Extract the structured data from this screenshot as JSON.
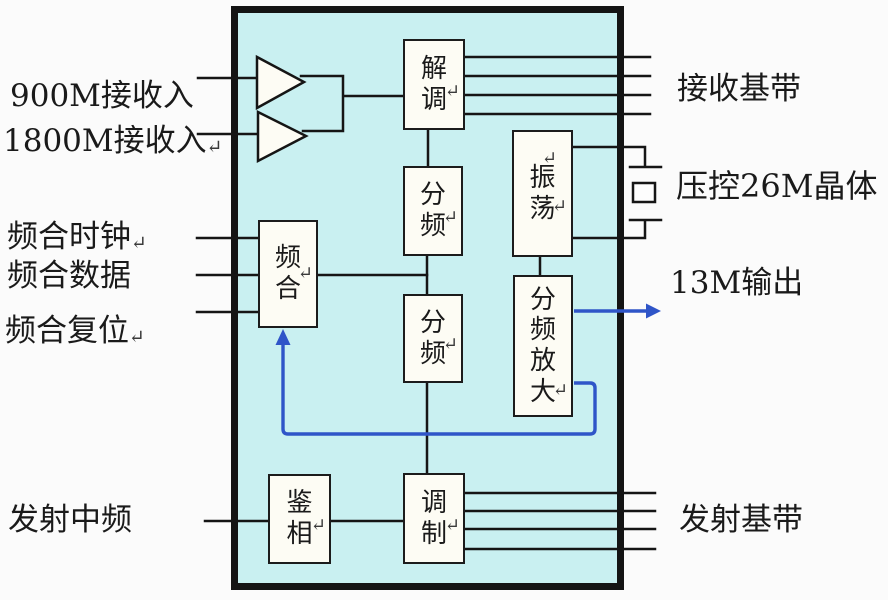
{
  "diagram_type": "GSM RF transceiver chip block diagram",
  "colors": {
    "canvas_bg": "#fbfbfb",
    "chip_fill": "#c9f0f1",
    "chip_border": "#141414",
    "block_fill": "#fdfcf4",
    "block_border": "#1c1c1c",
    "wire": "#151515",
    "accent_blue": "#2f55c8",
    "text": "#1a1a1a"
  },
  "blocks": {
    "demodulator": {
      "label": "解调",
      "mark": "↵"
    },
    "divider1": {
      "label": "分频",
      "mark": "↵"
    },
    "oscillator": {
      "label": "振荡",
      "mark": "↵",
      "top_mark": "↵"
    },
    "synthesizer": {
      "label": "频合",
      "mark": "↵"
    },
    "divider2": {
      "label": "分频",
      "mark": "↵"
    },
    "divider_amplifier": {
      "label": "分频放大",
      "mark": "↵"
    },
    "phase_detector": {
      "label": "鉴相",
      "mark": "↵"
    },
    "modulator": {
      "label": "调制",
      "mark": "↵"
    }
  },
  "labels": {
    "left": [
      {
        "text": "900M接收入",
        "mark": ""
      },
      {
        "text": "1800M接收入",
        "mark": "↵"
      },
      {
        "text": "频合时钟",
        "mark": "↵"
      },
      {
        "text": "频合数据",
        "mark": ""
      },
      {
        "text": "频合复位",
        "mark": "↵"
      },
      {
        "text": "发射中频",
        "mark": ""
      }
    ],
    "right": [
      {
        "text": "接收基带"
      },
      {
        "text": "压控26M晶体"
      },
      {
        "text": "13M输出"
      },
      {
        "text": "发射基带"
      }
    ]
  }
}
